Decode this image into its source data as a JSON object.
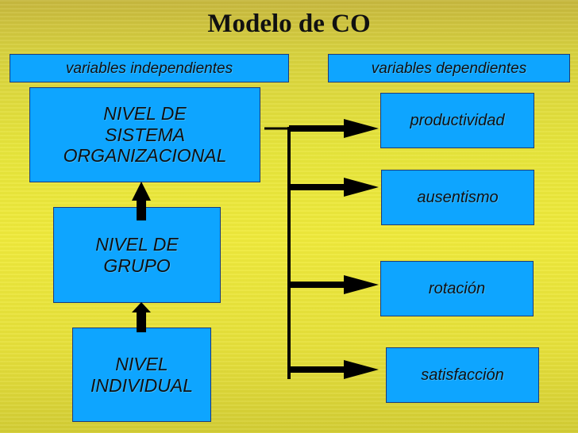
{
  "title": "Modelo de CO",
  "headers": {
    "independent": "variables independientes",
    "dependent": "variables dependientes"
  },
  "levels": [
    "NIVEL DE\nSISTEMA\nORGANIZACIONAL",
    "NIVEL DE\nGRUPO",
    "NIVEL\nINDIVIDUAL"
  ],
  "outcomes": [
    "productividad",
    "ausentismo",
    "rotación",
    "satisfacción"
  ],
  "colors": {
    "box_fill": "#0ea5ff",
    "box_border": "#1e3b78",
    "arrow": "#000000"
  }
}
